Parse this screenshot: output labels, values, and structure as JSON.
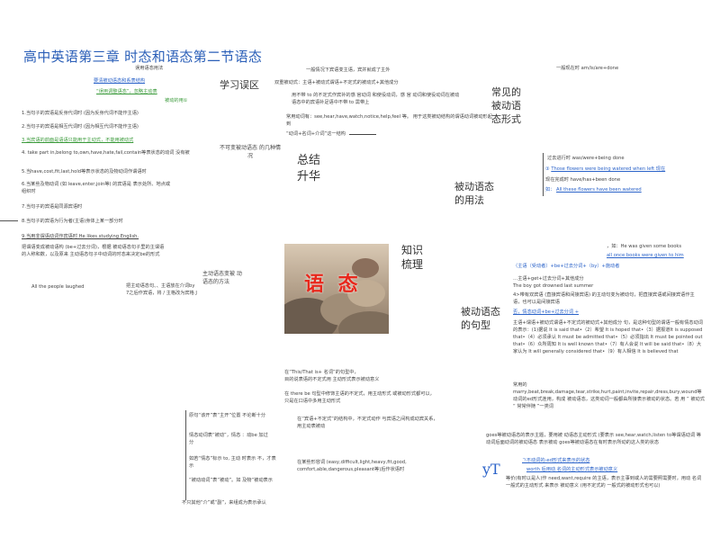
{
  "title": "高中英语第三章 时态和语态第二节语态",
  "center_topic": "语 态",
  "branches": {
    "study_area": "学习误区",
    "summary": "总结\n升华",
    "knowledge": "知识\n梳理",
    "common_forms": "常见的\n被动语\n态形式",
    "passive_usage": "被动语态\n的用法",
    "passive_patterns": "被动语态\n的句型",
    "no_passive": "不可变被动语态\n的几种情况",
    "active_expr": "主动语态变被 动\n语态的方法"
  },
  "left_col": {
    "header": "误用语态用法",
    "sub_heading": "要清被动语态和系表结构",
    "l1": "“误用调整语态”，忽略主动表",
    "l2": "被动的用①",
    "i1": "1.当句子的宾语是反身代词时 (因为反身代词不能作主语)",
    "i2": "2.当句子的宾语是相互代词时 (因为相互代词不能作主语)",
    "i3": "3.当宾语的前面是语语只能用于主动式，不能用被动式",
    "i4": "4. take part in,belong to,own,have,hate,fail,contain等表状态的动词 没有被",
    "i5": "5.当have,cost,fit,last,hold等表示状态的及物动词作谓语时",
    "i6": "6.当某些及物动词 (如 leave,enter,join等) 的宾语是 表示处所、地点或组织时",
    "i7": "7.当句子的宾语是同源宾语时",
    "i8": "8.当句子的宾语为行为者(主语)身体上某一部分时",
    "i9": "9.当用非谓语动词作宾语时 He likes studying English.",
    "p1": "把谓语变成被动语构 (be+过去分词)，根据 被动语态句子里的主谓语的人称和数，以及原来 主动语态句子中动词的时态来决定be的形式",
    "example": "All the people laughed",
    "m1": "把主动语态句、、主语放在介词by 7之后作宾语，将 / 主格改为宾格 J"
  },
  "top_mid": {
    "a": "一般情况下宾语变主语，宾并就成了主外",
    "b": "双重被动式：主语+被动式谓语+不定式的被动式+其他成分",
    "c": "用不带 to 的不定式作宾补的感 官动词 和使役动词，感 官 动词和使役动词在被动语态中的宾语补足语中不带 to 需带上",
    "d": "常用动词有：see,hear,have,watch,notice,help,feel 等。 用于这类被动结构的谓语动词被动形起到",
    "e": "“动词+名词+介词”这一结构"
  },
  "right_top": {
    "rule": "一般现在时 am/is/are+done",
    "f1": "过去进行时 was/were+being done",
    "f2": "现在完成时 have/has+been done",
    "ex_a": "Those flowers were being watered when left 现在",
    "ex_b": "All these flowers have been watered",
    "ex_label_a": "③",
    "ex_label_b": "如："
  },
  "right_mid": {
    "r1": "，如：He was given some books",
    "r2": "all once books were given to him",
    "r3": "（主语（受动者）+be+过去分词+（by）+施动者",
    "r4": "…主语+get+过去分词+其他成分",
    "r5": "The boy got drowned last summer",
    "r6": "4>带有双宾语 (直接宾语和间接宾语) 的主动句变为被动句，把直接宾语或间接宾语作主语，也可以是间接宾语",
    "r7": "否，情态动词+be+过去分词 +",
    "r8": "主语+谓语+被动式谓语+不定式的被动式+其他成分 句，是这种句型的谓语一般有情态动词的表示：(1)据说 It is said that•（2）希望 It is hoped that•（3）据报道It is supposed that•（4）必须承认 It must be admitted that•（5）必须指出 It must be pointed out that•（6）众所周知 It is well known that•（7）有人会说 It will be said that•（8）大家认为 It will generally considered that•（9）有人相信 It is believed that",
    "r9": "常用的 marry,beat,break,damage,tear,strike,hurt,paint,invite,repair,dress,bury,wound等动词的ed形式连用，构成 被动语态，这类动词一般都由所接表示被动的状态。若 用 ” 被动式 “ 常常伴随 ”一类词",
    "r10": "goes等被动语态的表示主题，要用被 动语态主动形式 (要表示 see,hear,watch,listen to等谓语动词 等动词后面动词的被动语态 表示被动 goes等被动语态在有时表示所动的这人类的状态",
    "r11": "ㄱ不动词的-ed形式来表示的状态",
    "r12": "worth 后用动 名词的主动形式表示被动意义",
    "r13": "等价(有时以是人)作 need,want,require 的主语，表示主事到或人的需要照需要时，用动 名词一般式的主动形式 来表示 被动意义 (用不定式的 一般式的被动形式也可以)"
  },
  "mid_low": {
    "m1": "在“This/That is+ 名词”的句型中，",
    "m2": "目的说表语的不定式用 主动形式表示被动意义",
    "m3": "在 there be 句型中修饰主语的不定式，用主动形式 或被动形式都可以，只是在口语中多用主动形式",
    "m4": "在“宾语+不定式”的结构中，不定式动作 与宾语之间构成动宾关系，用主动表被动",
    "m5": "在某些形容词 (easy,difficult,light,heavy,fit,good, comfort,able,dangerous,pleasant等)后作状语时",
    "m6": "原句“该开”表“主开”位置 不论断十分",
    "m7": "情态动词表“被动”，情态 ：动be 加过分",
    "m8": "如若“情态”标示 to, 主动 时表示 不，才表示",
    "m9": "“被动动词”表“被动”。如 及物“被动表示",
    "m10": "不只其他“介”或“副”，来组成为表示承认"
  },
  "yt_mark": "yT"
}
